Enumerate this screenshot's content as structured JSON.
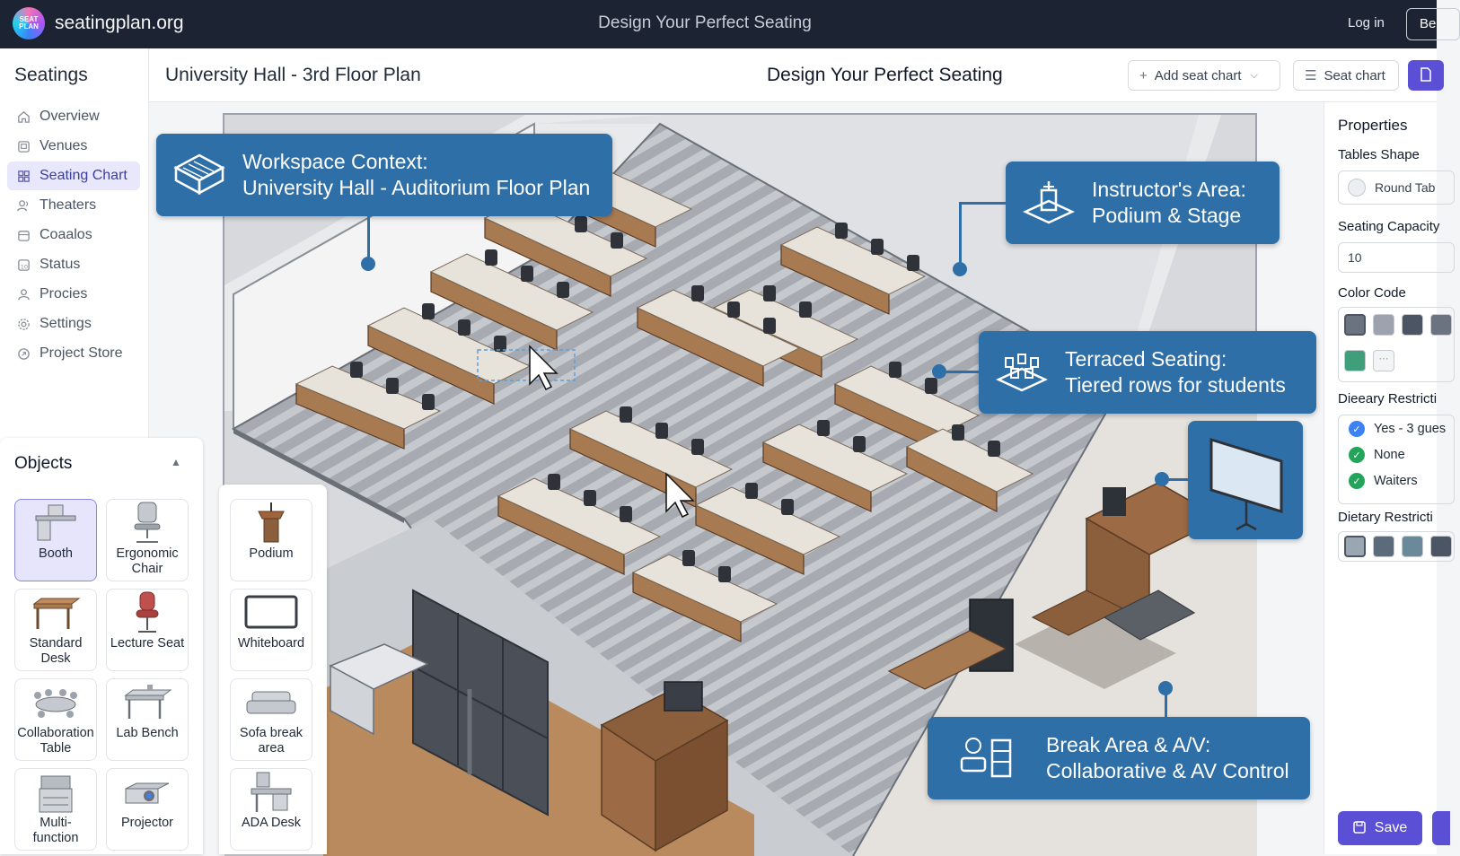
{
  "topbar": {
    "logo_text": "SEAT PLAN",
    "brand": "seatingplan.org",
    "center_title": "Design Your Perfect Seating",
    "login": "Log in",
    "cta": "Be"
  },
  "sidebar": {
    "title": "Seatings",
    "items": [
      {
        "label": "Overview",
        "icon": "home-icon"
      },
      {
        "label": "Venues",
        "icon": "building-icon"
      },
      {
        "label": "Seating Chart",
        "icon": "grid-icon",
        "active": true
      },
      {
        "label": "Theaters",
        "icon": "users-icon"
      },
      {
        "label": "Coaalos",
        "icon": "calendar-icon"
      },
      {
        "label": "Status",
        "icon": "status-icon"
      },
      {
        "label": "Procies",
        "icon": "people-icon"
      },
      {
        "label": "Settings",
        "icon": "gear-icon"
      },
      {
        "label": "Project Store",
        "icon": "store-icon"
      }
    ]
  },
  "header": {
    "title": "University Hall - 3rd Floor Plan",
    "center": "Design Your Perfect Seating",
    "add_seat_chart": "Add seat chart",
    "seat_chart": "Seat chart"
  },
  "callouts": {
    "workspace": [
      "Workspace Context:",
      "University Hall - Auditorium Floor Plan"
    ],
    "instructor": [
      "Instructor's Area:",
      "Podium & Stage"
    ],
    "terraced": [
      "Terraced Seating:",
      "Tiered rows for students"
    ],
    "breakarea": [
      "Break Area & A/V:",
      "Collaborative & AV Control"
    ]
  },
  "objects": {
    "title": "Objects",
    "tiles": [
      {
        "label": "Booth",
        "icon": "booth-icon",
        "active": true
      },
      {
        "label": "Ergonomic Chair",
        "icon": "office-chair-icon"
      },
      {
        "label": "Standard Desk",
        "icon": "desk-icon"
      },
      {
        "label": "Lecture Seat",
        "icon": "lecture-seat-icon"
      },
      {
        "label": "Collaboration Table",
        "icon": "conference-table-icon"
      },
      {
        "label": "Lab Bench",
        "icon": "lab-bench-icon"
      },
      {
        "label": "Multi-function",
        "icon": "printer-icon"
      },
      {
        "label": "Projector",
        "icon": "projector-icon"
      }
    ],
    "tiles2": [
      {
        "label": "Podium",
        "icon": "podium-icon"
      },
      {
        "label": "Whiteboard",
        "icon": "whiteboard-icon"
      },
      {
        "label": "Sofa break area",
        "icon": "sofa-icon"
      },
      {
        "label": "ADA Desk",
        "icon": "ada-desk-icon"
      }
    ]
  },
  "properties": {
    "title": "Properties",
    "tables_shape_label": "Tables Shape",
    "tables_shape_value": "Round Tab",
    "capacity_label": "Seating Capacity",
    "capacity_value": "10",
    "color_code_label": "Color Code",
    "color_swatches": [
      "#6b7280",
      "#9ca3af",
      "#4b5563",
      "#6b7280",
      "#3f9f7a"
    ],
    "dieeary_label": "Dieeary Restricti",
    "dieeary_options": [
      {
        "label": "Yes - 3 gues",
        "color": "#3b82f6"
      },
      {
        "label": "None",
        "color": "#22a55a"
      },
      {
        "label": "Waiters",
        "color": "#22a55a"
      }
    ],
    "dietary_label": "Dietary Restricti",
    "dietary_swatches": [
      "#9aa6b2",
      "#5b6b79",
      "#6b8a99",
      "#4b5563"
    ],
    "save": "Save"
  },
  "colors": {
    "accent": "#5b4fd6",
    "callout": "#2f6fa8",
    "topbar": "#1c2434"
  }
}
